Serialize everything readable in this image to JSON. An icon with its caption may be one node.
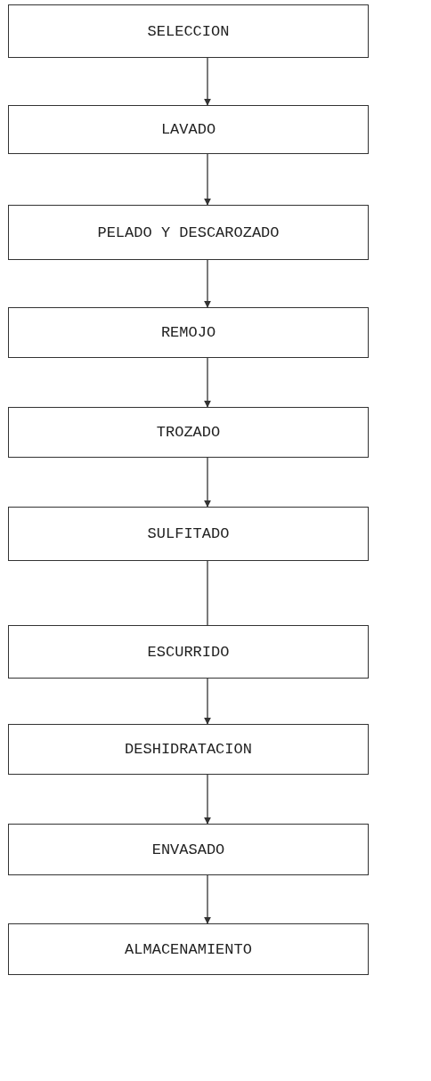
{
  "diagram": {
    "nodes": [
      {
        "text": [
          "SELECCION"
        ]
      },
      {
        "text": [
          "LAVADO"
        ]
      },
      {
        "text": [
          "PELADO Y DESCAROZADO"
        ]
      },
      {
        "text": [
          "REMOJO"
        ]
      },
      {
        "text": [
          "TROZADO"
        ]
      },
      {
        "text": [
          "SULFITADO"
        ]
      },
      {
        "text": [
          "ESCURRIDO"
        ]
      },
      {
        "text": [
          "DESHIDRATACION"
        ]
      },
      {
        "text": [
          "ENVASADO"
        ]
      },
      {
        "text": [
          "ALMACENAMIENTO"
        ]
      }
    ],
    "edges": [
      {
        "from": 0,
        "to": 1,
        "arrow": "to"
      },
      {
        "from": 1,
        "to": 2,
        "arrow": "to"
      },
      {
        "from": 2,
        "to": 3,
        "arrow": "to"
      },
      {
        "from": 3,
        "to": 4,
        "arrow": "to"
      },
      {
        "from": 4,
        "to": 5,
        "arrow": "to"
      },
      {
        "from": 5,
        "to": 6,
        "arrow": "none"
      },
      {
        "from": 6,
        "to": 7,
        "arrow": "to"
      },
      {
        "from": 7,
        "to": 8,
        "arrow": "to"
      },
      {
        "from": 8,
        "to": 9,
        "arrow": "to"
      }
    ]
  }
}
